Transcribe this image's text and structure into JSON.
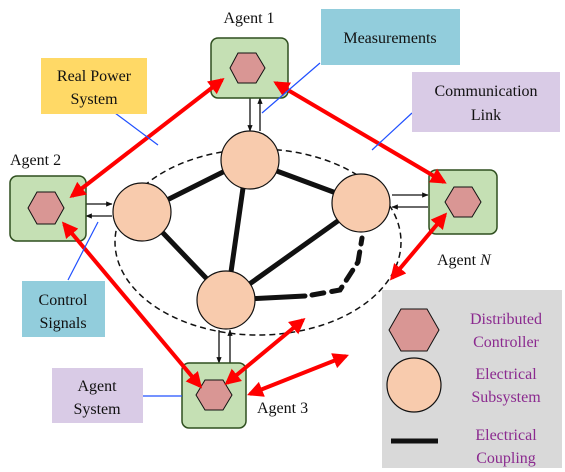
{
  "colors": {
    "agent_box": "#c5e0b4",
    "agent_box_stroke": "#2f4f1f",
    "controller": "#d99694",
    "subsystem": "#f8cbad",
    "comm_arrow": "#ff0000",
    "real_power_box": "#ffd966",
    "measurements_box": "#92cddc",
    "communication_box": "#d9cbe6",
    "legend_bg": "#d9d9d9",
    "legend_text": "#8b2a8f"
  },
  "labels": {
    "agent1": "Agent 1",
    "agent2": "Agent 2",
    "agent3": "Agent 3",
    "agentN_prefix": "Agent ",
    "agentN_italic": "N",
    "real_power_line1": "Real Power",
    "real_power_line2": "System",
    "measurements": "Measurements",
    "communication_line1": "Communication",
    "communication_line2": "Link",
    "control_line1": "Control",
    "control_line2": "Signals",
    "agent_system_line1": "Agent",
    "agent_system_line2": "System"
  },
  "legend": {
    "controller_line1": "Distributed",
    "controller_line2": "Controller",
    "subsystem_line1": "Electrical",
    "subsystem_line2": "Subsystem",
    "coupling_line1": "Electrical",
    "coupling_line2": "Coupling"
  }
}
